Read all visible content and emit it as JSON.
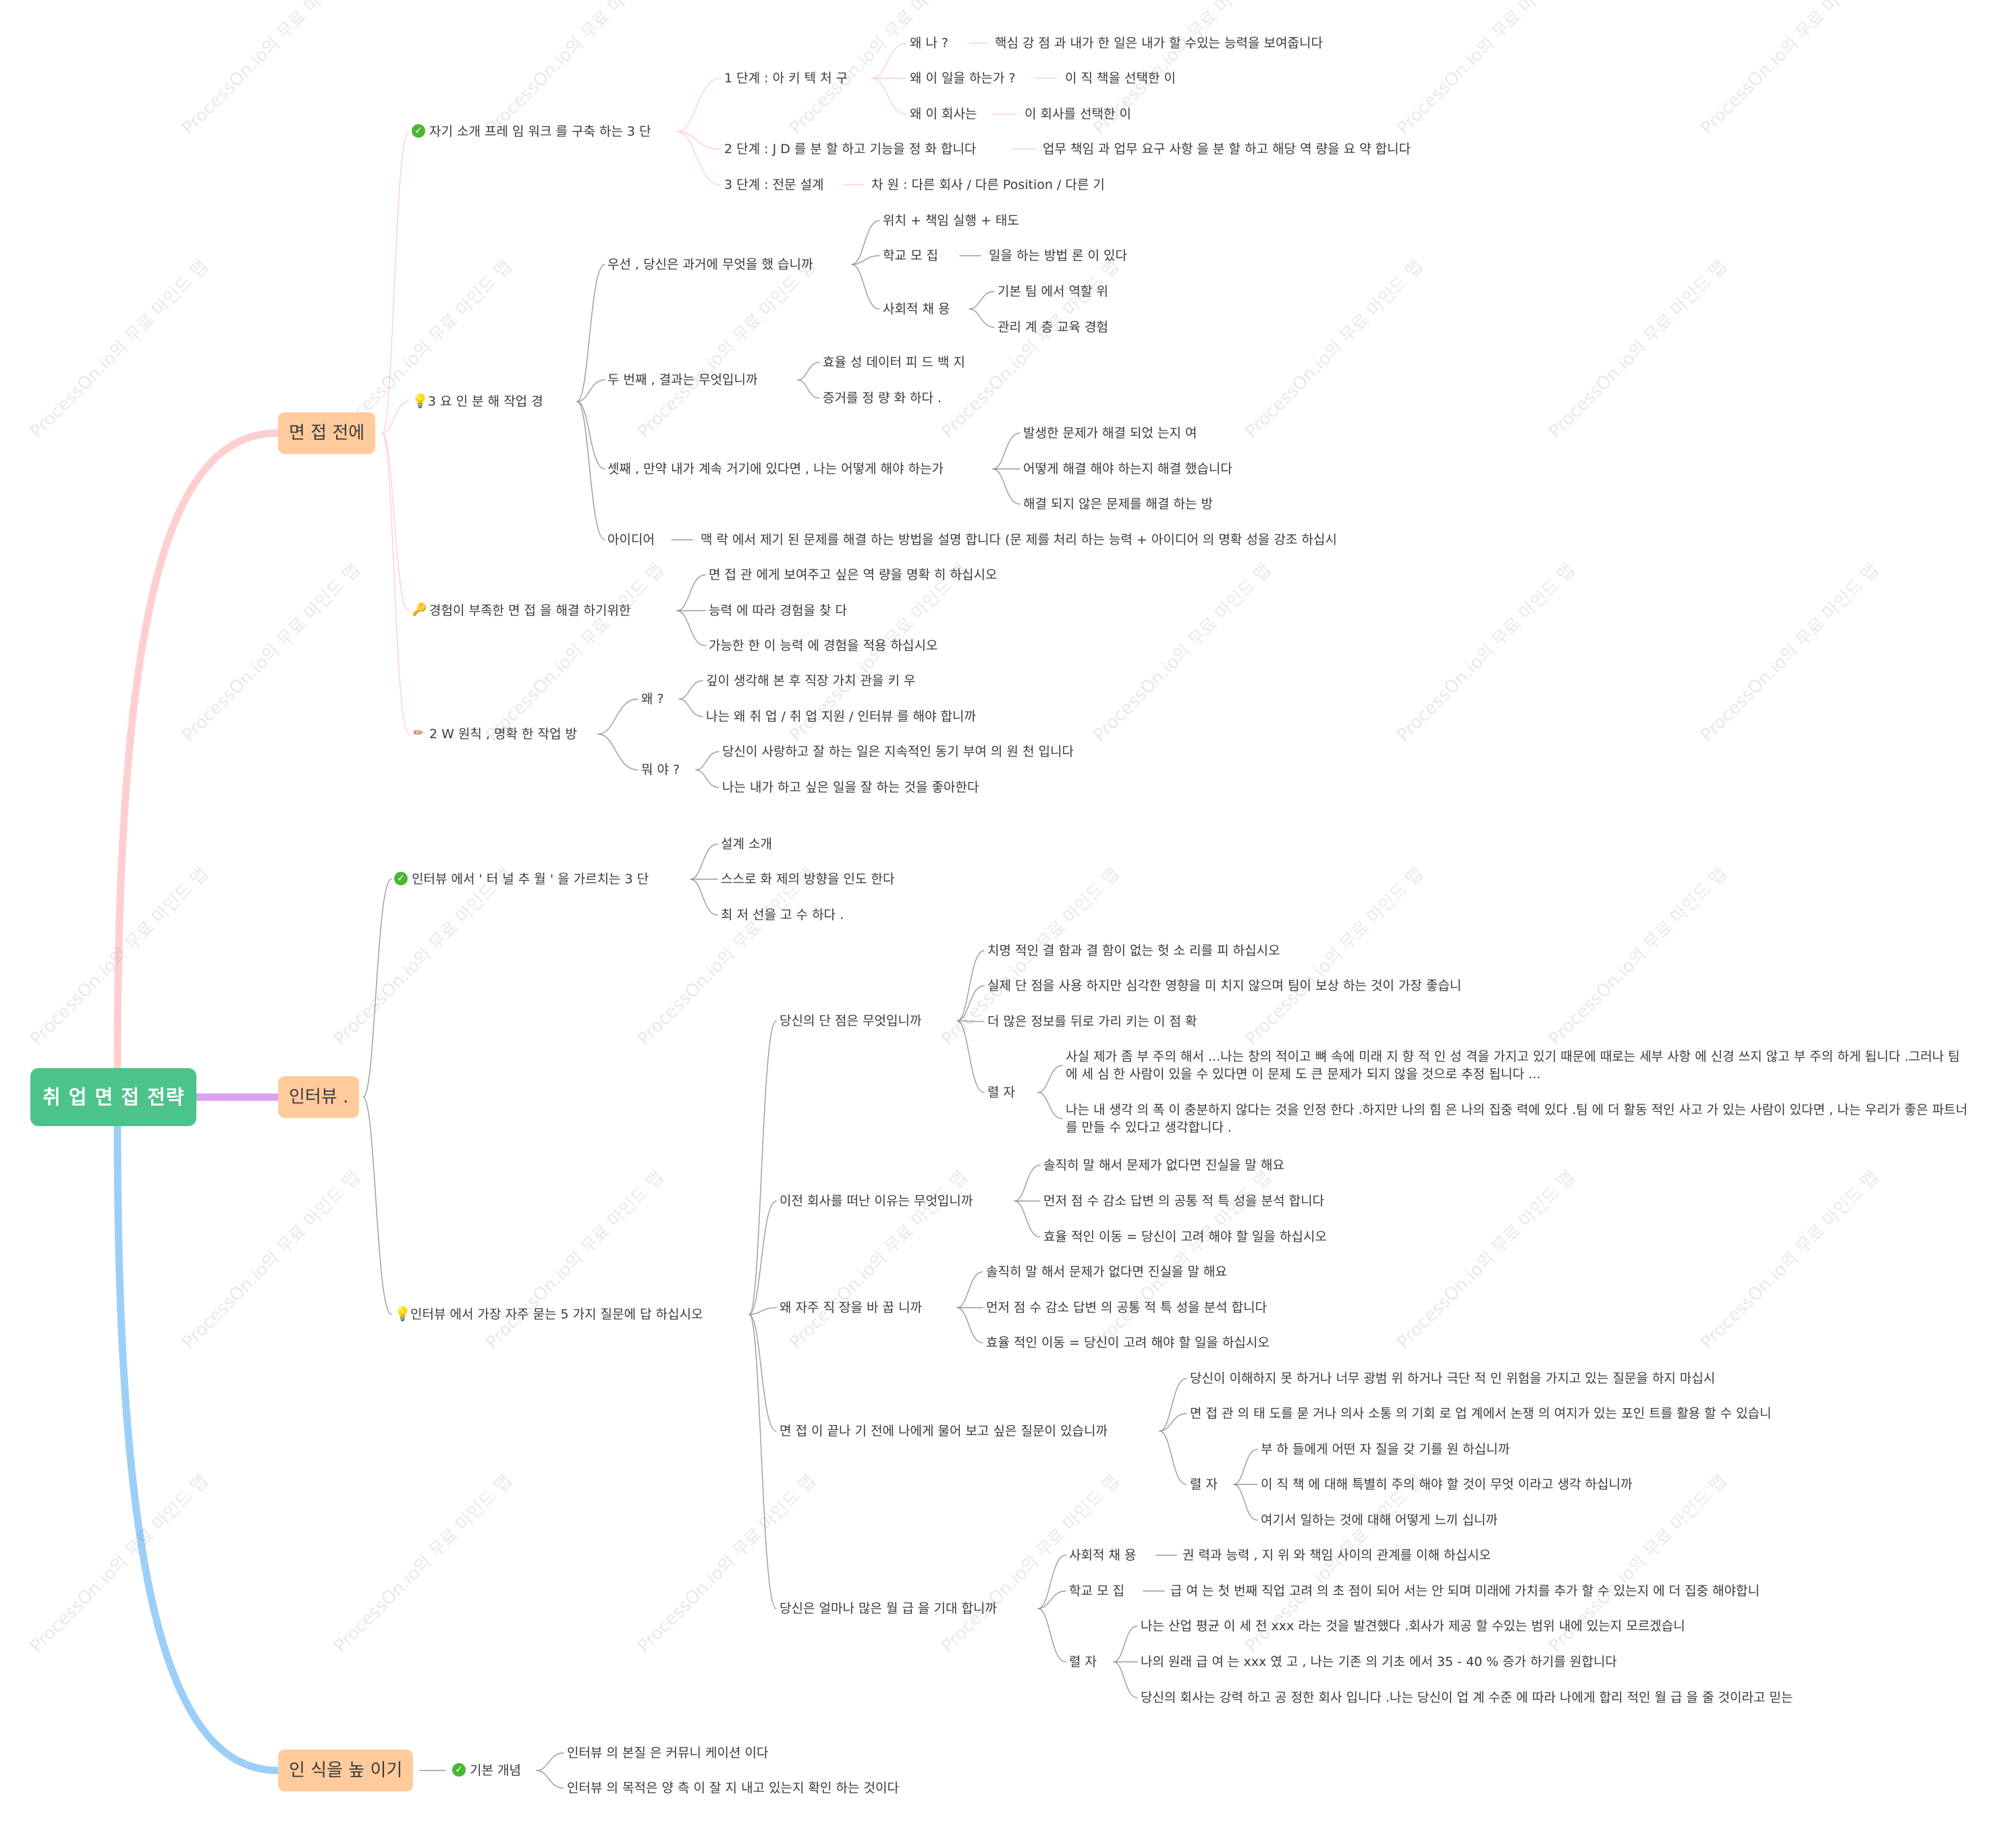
{
  "root": "취 업 면 접 전략",
  "watermark": "ProcessOn.io의 무료 마인드 맵",
  "colors": {
    "root": "#4cc38a",
    "branch": "#ffcb9c",
    "line_pink": "#ffcfcf",
    "line_purple": "#d9a3ef",
    "line_blue": "#9ccff7",
    "line_gray": "#9a9a9a"
  },
  "branches": {
    "b1": "면 접 전에",
    "b2": "인터뷰 .",
    "b3": "인 식을 높 이기"
  },
  "icons": {
    "check": "check-circle-icon",
    "bulb": "lightbulb-icon",
    "key": "key-icon",
    "pencil": "pencil-icon"
  },
  "nodes": {
    "n1": "자기 소개 프레 임 워크 를 구축 하는 3 단",
    "n1_1": "1 단계 : 아 키 텍 처 구",
    "n1_1_1": "왜 나 ?",
    "n1_1_1a": "핵심 강 점 과 내가 한 일은 내가 할 수있는 능력을 보여줍니다",
    "n1_1_2": "왜 이 일을 하는가 ?",
    "n1_1_2a": "이 직 책을 선택한 이",
    "n1_1_3": "왜 이 회사는",
    "n1_1_3a": "이 회사를 선택한 이",
    "n1_2": "2 단계 : J D 를 분 할 하고 기능을 정 화 합니다",
    "n1_2a": "업무 책임 과 업무 요구 사항 을 분 할 하고 해당 역 량을 요 약 합니다",
    "n1_3": "3 단계 : 전문 설계",
    "n1_3a": "차 원 : 다른 회사 / 다른 Position / 다른 기",
    "n2": "3 요 인 분 해 작업 경",
    "n2_1": "우선 , 당신은 과거에 무엇을 했 습니까",
    "n2_1_1": "위치 + 책임 실행 + 태도",
    "n2_1_2": "학교 모 집",
    "n2_1_2a": "일을 하는 방법 론 이 있다",
    "n2_1_3": "사회적 채 용",
    "n2_1_3_1": "기본 팀 에서 역할 위",
    "n2_1_3_2": "관리 계 층 교육 경험",
    "n2_2": "두 번째 , 결과는 무엇입니까",
    "n2_2_1": "효율 성 데이터 피 드 백 지",
    "n2_2_2": "증거를 정 량 화 하다 .",
    "n2_3": "셋째 , 만약 내가 계속 거기에 있다면 , 나는 어떻게 해야 하는가",
    "n2_3_1": "발생한 문제가 해결 되었 는지 여",
    "n2_3_2": "어떻게 해결 해야 하는지 해결 했습니다",
    "n2_3_3": "해결 되지 않은 문제를 해결 하는 방",
    "n2_4": "아이디어",
    "n2_4a": "맥 락 에서 제기 된 문제를 해결 하는 방법을 설명 합니다 (문 제를 처리 하는 능력 + 아이디어 의 명확 성을 강조 하십시",
    "n3": "경험이 부족한 면 접 을 해결 하기위한",
    "n3_1": "면 접 관 에게 보여주고 싶은 역 량을 명확 히 하십시오",
    "n3_2": "능력 에 따라 경험을 찾 다",
    "n3_3": "가능한 한 이 능력 에 경험을 적용 하십시오",
    "n4": "2 W 원칙 , 명확 한 작업 방",
    "n4_1": "왜 ?",
    "n4_1_1": "깊이 생각해 본 후 직장 가치 관을 키 우",
    "n4_1_2": "나는 왜 취 업 / 취 업 지원 / 인터뷰 를 해야 합니까",
    "n4_2": "뭐 야 ?",
    "n4_2_1": "당신이 사랑하고 잘 하는 일은 지속적인 동기 부여 의 원 천 입니다",
    "n4_2_2": "나는 내가 하고 싶은 일을 잘 하는 것을 좋아한다",
    "m1": "인터뷰 에서 ' 터 널 추 월 ' 을 가르치는 3 단",
    "m1_1": "설계 소개",
    "m1_2": "스스로 화 제의 방향을 인도 한다",
    "m1_3": "최 저 선을 고 수 하다 .",
    "m2": "인터뷰 에서 가장 자주 묻는 5 가지 질문에 답 하십시오",
    "q1": "당신의 단 점은 무엇입니까",
    "q1_1": "치명 적인 결 함과 결 함이 없는 헛 소 리를 피 하십시오",
    "q1_2": "실제 단 점을 사용 하지만 심각한 영향을 미 치지 않으며 팀이 보상 하는 것이 가장 좋습니",
    "q1_3": "더 많은 정보를 뒤로 가리 키는 이 점 확",
    "q1_4": "렬 자",
    "q1_4_1": "사실 제가 좀 부 주의 해서 ...나는 창의 적이고 뼈 속에 미래 지 향 적 인 성 격을 가지고 있기 때문에 때로는 세부 사항 에 신경 쓰지 않고 부 주의 하게 됩니다 .그러나 팀 에 세 심 한 사람이 있을 수 있다면 이 문제 도 큰 문제가 되지 않을 것으로 추정 됩니다 ...",
    "q1_4_2": "나는 내 생각 의 폭 이 충분하지 않다는 것을 인정 한다 .하지만 나의 힘 은 나의 집중 력에 있다 .팀 에 더 활동 적인 사고 가 있는 사람이 있다면 , 나는 우리가 좋은 파트너 를 만들 수 있다고 생각합니다 .",
    "q2": "이전 회사를 떠난 이유는 무엇입니까",
    "q2_1": "솔직히 말 해서 문제가 없다면 진실을 말 해요",
    "q2_2": "먼저 점 수 감소 답변 의 공통 적 특 성을 분석 합니다",
    "q2_3": "효율 적인 이동 = 당신이 고려 해야 할 일을 하십시오",
    "q3": "왜 자주 직 장을 바 꿉 니까",
    "q3_1": "솔직히 말 해서 문제가 없다면 진실을 말 해요",
    "q3_2": "먼저 점 수 감소 답변 의 공통 적 특 성을 분석 합니다",
    "q3_3": "효율 적인 이동 = 당신이 고려 해야 할 일을 하십시오",
    "q4": "면 접 이 끝나 기 전에 나에게 물어 보고 싶은 질문이 있습니까",
    "q4_1": "당신이 이해하지 못 하거나 너무 광범 위 하거나 극단 적 인 위험을 가지고 있는 질문을 하지 마십시",
    "q4_2": "면 접 관 의 태 도를 묻 거나 의사 소통 의 기회 로 업 계에서 논쟁 의 여지가 있는 포인 트를 활용 할 수 있습니",
    "q4_3": "렬 자",
    "q4_3_1": "부 하 들에게 어떤 자 질을 갖 기를 원 하십니까",
    "q4_3_2": "이 직 책 에 대해 특별히 주의 해야 할 것이 무엇 이라고 생각 하십니까",
    "q4_3_3": "여기서 일하는 것에 대해 어떻게 느끼 십니까",
    "q5": "당신은 얼마나 많은 월 급 을 기대 합니까",
    "q5_1": "사회적 채 용",
    "q5_1a": "권 력과 능력 , 지 위 와 책임 사이의 관계를 이해 하십시오",
    "q5_2": "학교 모 집",
    "q5_2a": "급 여 는 첫 번째 직업 고려 의 초 점이 되어 서는 안 되며 미래에 가치를 추가 할 수 있는지 에 더 집중 해야합니",
    "q5_3": "렬 자",
    "q5_3_1": "나는 산업 평균 이 세 전 xxx 라는 것을 발견했다 .회사가 제공 할 수있는 범위 내에 있는지 모르겠습니",
    "q5_3_2": "나의 원래 급 여 는 xxx 였 고 , 나는 기존 의 기초 에서 35 - 40 % 증가 하기를 원합니다",
    "q5_3_3": "당신의 회사는 강력 하고 공 정한 회사 입니다 .나는 당신이 업 계 수준 에 따라 나에게 합리 적인 월 급 을 줄 것이라고 믿는",
    "r1": "기본 개념",
    "r1_1": "인터뷰 의 본질 은 커뮤니 케이션 이다",
    "r1_2": "인터뷰 의 목적은 양 측 이 잘 지 내고 있는지 확인 하는 것이다"
  }
}
